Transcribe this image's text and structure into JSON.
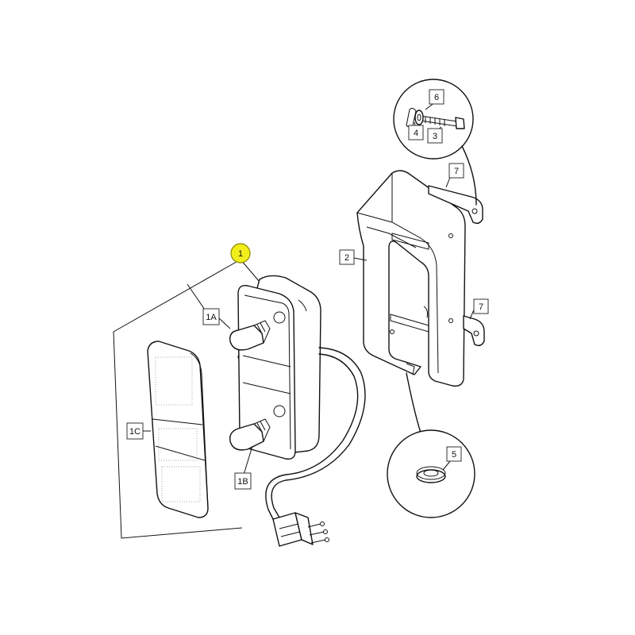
{
  "diagram": {
    "parts": {
      "part_1": "1",
      "part_1A": "1A",
      "part_1B": "1B",
      "part_1C": "1C",
      "part_2": "2",
      "part_3": "3",
      "part_4": "4",
      "part_5": "5",
      "part_6": "6",
      "part_7_upper": "7",
      "part_7_lower": "7"
    },
    "colors": {
      "highlight": "#f2ee1c",
      "line": "#111111",
      "background": "#ffffff"
    }
  }
}
